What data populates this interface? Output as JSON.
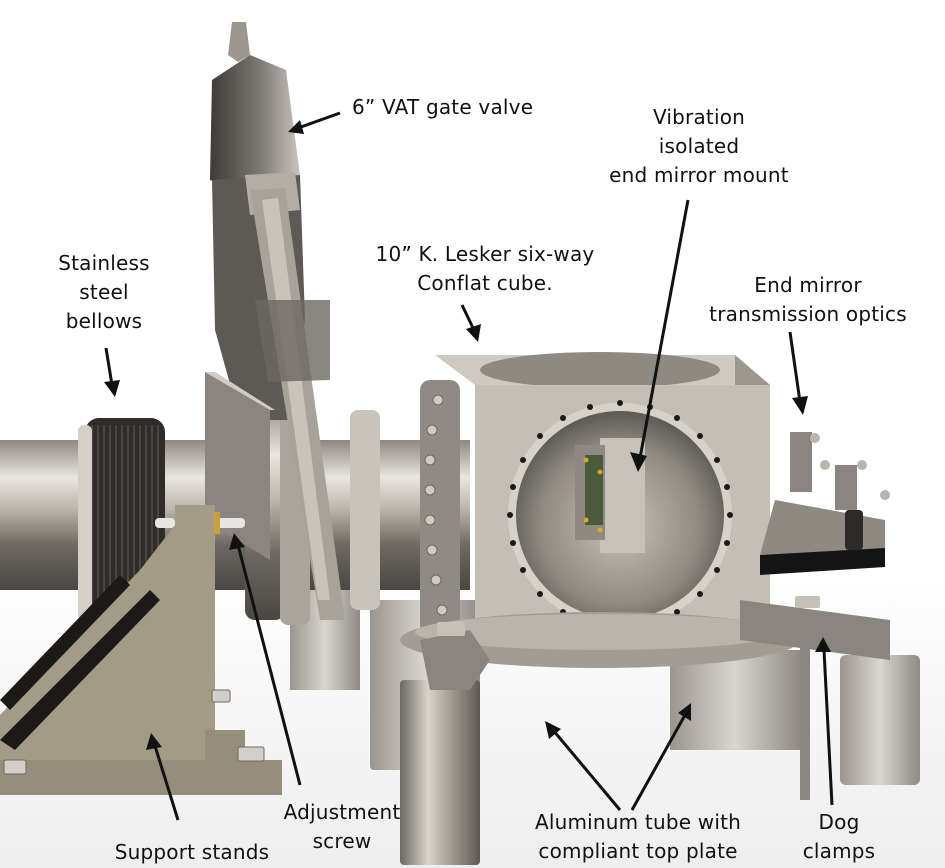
{
  "figure": {
    "subject": "Vacuum chamber end-mirror assembly (CAD rendering)",
    "colors": {
      "background": "#ffffff",
      "steel": "#b9b4aa",
      "steel_dark": "#6f6b64",
      "stand": "#a39b86",
      "arrow": "#111111",
      "text": "#111111",
      "optical_table": "#141414"
    }
  },
  "labels": {
    "gate_valve": {
      "lines": [
        "6” VAT gate valve"
      ]
    },
    "vibration_mount": {
      "lines": [
        "Vibration",
        "isolated",
        "end mirror mount"
      ]
    },
    "conflat_cube": {
      "lines": [
        "10” K. Lesker six-way",
        "Conflat cube."
      ]
    },
    "bellows": {
      "lines": [
        "Stainless",
        "steel",
        "bellows"
      ]
    },
    "transmission_optics": {
      "lines": [
        "End mirror",
        "transmission optics"
      ]
    },
    "support_stands": {
      "lines": [
        "Support stands"
      ]
    },
    "adjustment_screw": {
      "lines": [
        "Adjustment",
        "screw"
      ]
    },
    "aluminum_tube": {
      "lines": [
        "Aluminum tube with",
        "compliant top plate"
      ]
    },
    "dog_clamps": {
      "lines": [
        "Dog",
        "clamps"
      ]
    }
  }
}
